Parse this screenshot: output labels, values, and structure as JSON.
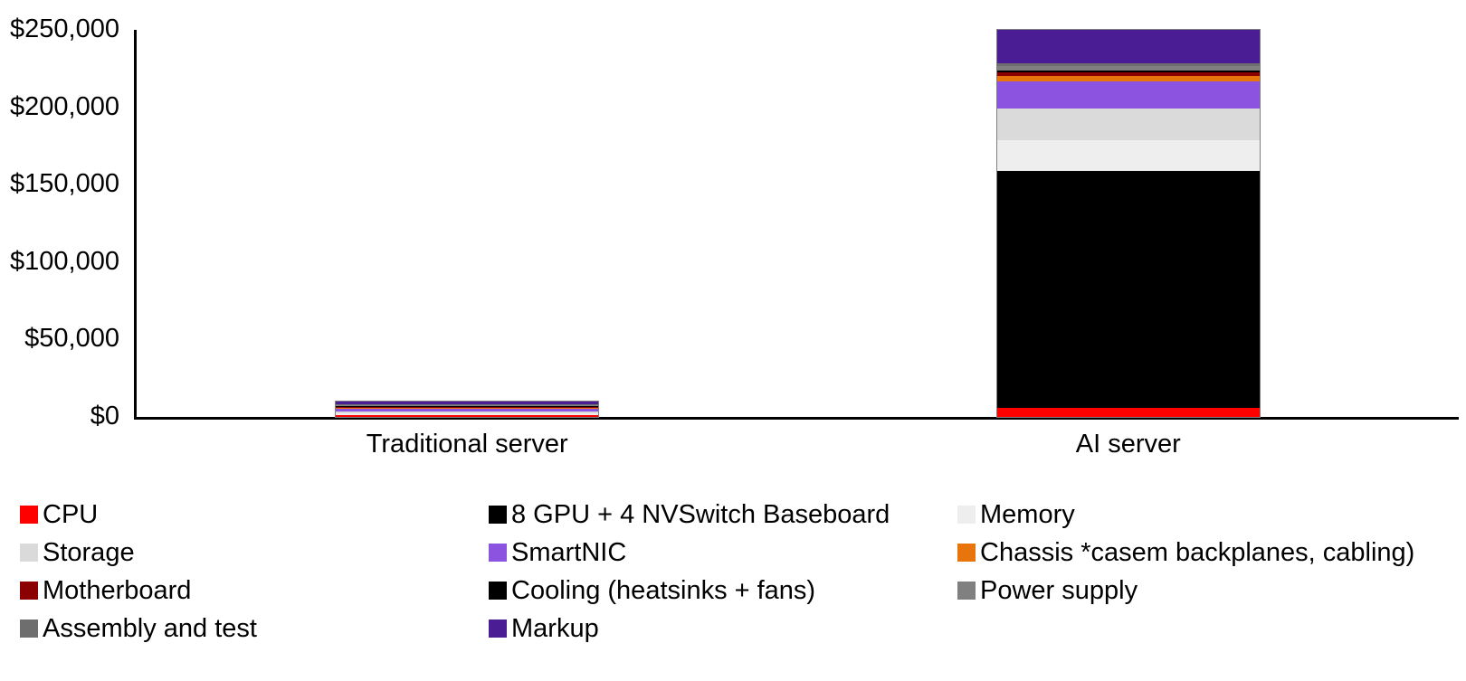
{
  "chart_data": {
    "type": "bar",
    "subtype": "stacked-bar",
    "title": "",
    "subtitle": "",
    "xlabel": "",
    "ylabel": "",
    "categories": [
      "Traditional server",
      "AI server"
    ],
    "ylim": [
      0,
      250000
    ],
    "y_ticks": [
      0,
      50000,
      100000,
      150000,
      200000,
      250000
    ],
    "y_tick_labels": [
      "$0",
      "$50,000",
      "$100,000",
      "$150,000",
      "$200,000",
      "$250,000"
    ],
    "y_tick_prefix": "$",
    "grid": false,
    "legend_position": "bottom",
    "legend_columns": 3,
    "series": [
      {
        "name": "CPU",
        "color": "#FF0000",
        "values": [
          1000,
          6000
        ]
      },
      {
        "name": "8 GPU + 4 NVSwitch Baseboard",
        "color": "#000000",
        "values": [
          0,
          153000
        ]
      },
      {
        "name": "Memory",
        "color": "#EEEEEE",
        "values": [
          1500,
          20000
        ]
      },
      {
        "name": "Storage",
        "color": "#DADADA",
        "values": [
          1200,
          20000
        ]
      },
      {
        "name": "SmartNIC",
        "color": "#8C52E0",
        "values": [
          1400,
          18000
        ]
      },
      {
        "name": "Chassis *casem backplanes, cabling)",
        "color": "#E8740C",
        "values": [
          500,
          3000
        ]
      },
      {
        "name": "Motherboard",
        "color": "#8B0000",
        "values": [
          900,
          2500
        ]
      },
      {
        "name": "Cooling (heatsinks + fans)",
        "color": "#000000",
        "values": [
          400,
          1500
        ]
      },
      {
        "name": "Power supply",
        "color": "#808080",
        "values": [
          600,
          2500
        ]
      },
      {
        "name": "Assembly and test",
        "color": "#6E6E6E",
        "values": [
          500,
          2000
        ]
      },
      {
        "name": "Markup",
        "color": "#4B1D94",
        "values": [
          2000,
          21500
        ]
      }
    ],
    "totals": [
      10000,
      250000
    ]
  },
  "axis": {
    "y_labels": [
      "$250,000",
      "$200,000",
      "$150,000",
      "$100,000",
      "$50,000",
      "$0"
    ],
    "x_labels": [
      "Traditional server",
      "AI server"
    ]
  },
  "legend": {
    "items": [
      {
        "label": "CPU",
        "color": "#FF0000"
      },
      {
        "label": "8 GPU + 4 NVSwitch Baseboard",
        "color": "#000000"
      },
      {
        "label": "Memory",
        "color": "#EEEEEE"
      },
      {
        "label": "Storage",
        "color": "#DADADA"
      },
      {
        "label": "SmartNIC",
        "color": "#8C52E0"
      },
      {
        "label": "Chassis *casem backplanes, cabling)",
        "color": "#E8740C"
      },
      {
        "label": "Motherboard",
        "color": "#8B0000"
      },
      {
        "label": "Cooling (heatsinks + fans)",
        "color": "#000000"
      },
      {
        "label": "Power supply",
        "color": "#808080"
      },
      {
        "label": "Assembly and test",
        "color": "#6E6E6E"
      },
      {
        "label": "Markup",
        "color": "#4B1D94"
      }
    ]
  },
  "colors": {
    "axis": "#000000",
    "background": "#FFFFFF",
    "text": "#000000",
    "bar_outline": "#7F7F7F"
  }
}
